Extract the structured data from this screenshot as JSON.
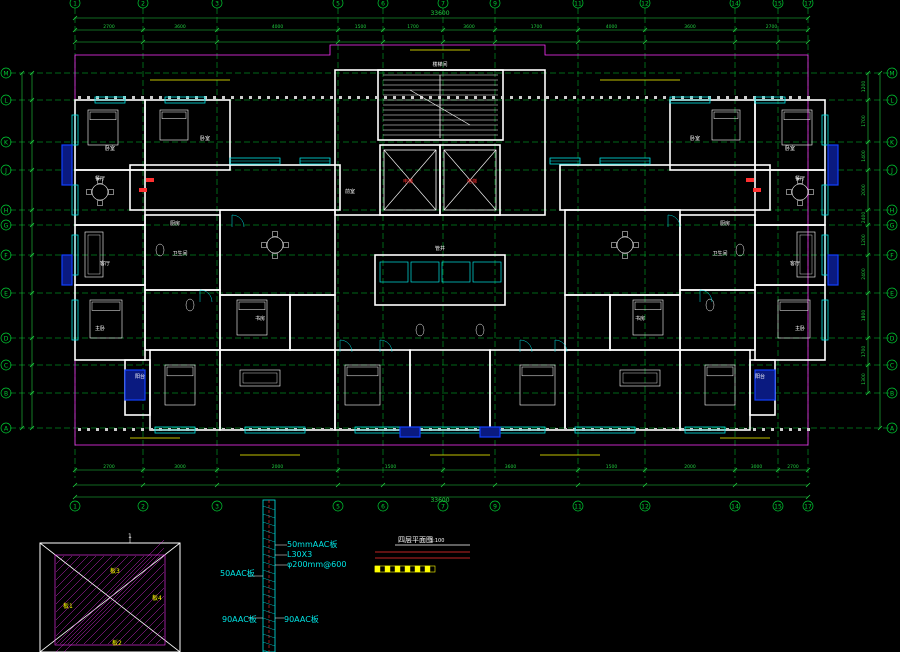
{
  "colors": {
    "background": "#000000",
    "wall": "#ffffff",
    "wall_hatch": "#cccccc",
    "axis_line": "#00cc33",
    "dimension": "#20d040",
    "window": "#00e5e5",
    "door": "#00e5e5",
    "furniture": "#ffffff",
    "label": "#ffff00",
    "balcony": "#1040ff",
    "magenta_outline": "#ff33ff",
    "red_annotation": "#ff3030",
    "detail_line": "#ffffff"
  },
  "axes": {
    "top_labels": [
      "1",
      "2",
      "3",
      "5",
      "6",
      "7",
      "9",
      "11",
      "12",
      "14",
      "15",
      "17"
    ],
    "side_labels": [
      "M",
      "L",
      "K",
      "J",
      "H",
      "G",
      "F",
      "E",
      "D",
      "C",
      "B",
      "A"
    ]
  },
  "dimensions": {
    "overall": "33600",
    "top_segments": [
      "2700",
      "3600",
      "4000",
      "1500",
      "1700",
      "3600",
      "1700",
      "4000",
      "3600",
      "2700"
    ],
    "bottom_segments": [
      "2700",
      "3000",
      "2000",
      "1500",
      "3600",
      "1500",
      "2000",
      "3000",
      "2700"
    ],
    "right_segments": [
      "1200",
      "1700",
      "1400",
      "2000",
      "2400",
      "1200",
      "2400",
      "1800",
      "1700",
      "1300"
    ]
  },
  "rooms": {
    "left_unit": [
      "卧室",
      "卧室",
      "餐厅",
      "客厅",
      "主卧",
      "书房",
      "卫生间",
      "厨房",
      "阳台"
    ],
    "right_unit": [
      "卧室",
      "卧室",
      "餐厅",
      "客厅",
      "主卧",
      "书房",
      "卫生间",
      "厨房",
      "阳台"
    ],
    "core": [
      "电梯",
      "前室",
      "楼梯间",
      "管井"
    ]
  },
  "drawing_title": "四层平面图",
  "drawing_scale": "1:100",
  "legend": [
    "50mmAAC板",
    "L30X3",
    "φ200mm@600",
    "50AAC板",
    "90AAC板",
    "90AAC板"
  ],
  "detail_labels": [
    "1",
    "板1",
    "板2",
    "板3",
    "板4"
  ]
}
